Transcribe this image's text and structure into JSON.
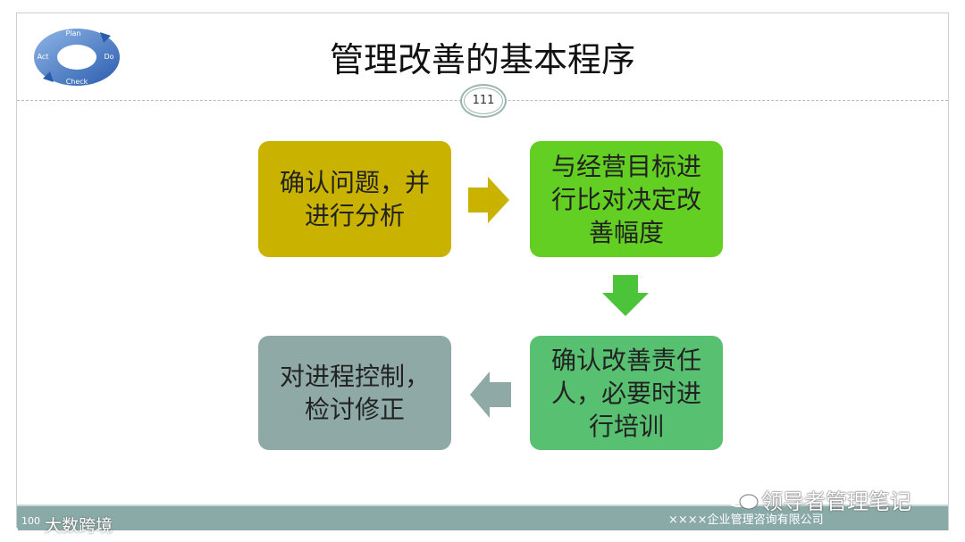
{
  "slide": {
    "title": "管理改善的基本程序",
    "page_number": "111",
    "logo": {
      "labels": [
        "Plan",
        "Do",
        "Check",
        "Act"
      ]
    },
    "steps": [
      {
        "lines": [
          "确认问题，并",
          "进行分析"
        ],
        "color": "#c9b300"
      },
      {
        "lines": [
          "与经营目标进",
          "行比对决定改",
          "善幅度"
        ],
        "color": "#63cf22"
      },
      {
        "lines": [
          "确认改善责任",
          "人，必要时进",
          "行培训"
        ],
        "color": "#58c071"
      },
      {
        "lines": [
          "对进程控制，",
          "检讨修正"
        ],
        "color": "#8faaa6"
      }
    ],
    "footer_company": "××××企业管理咨询有限公司"
  },
  "watermarks": {
    "wechat": "领导者管理笔记",
    "source": "大数跨境"
  }
}
